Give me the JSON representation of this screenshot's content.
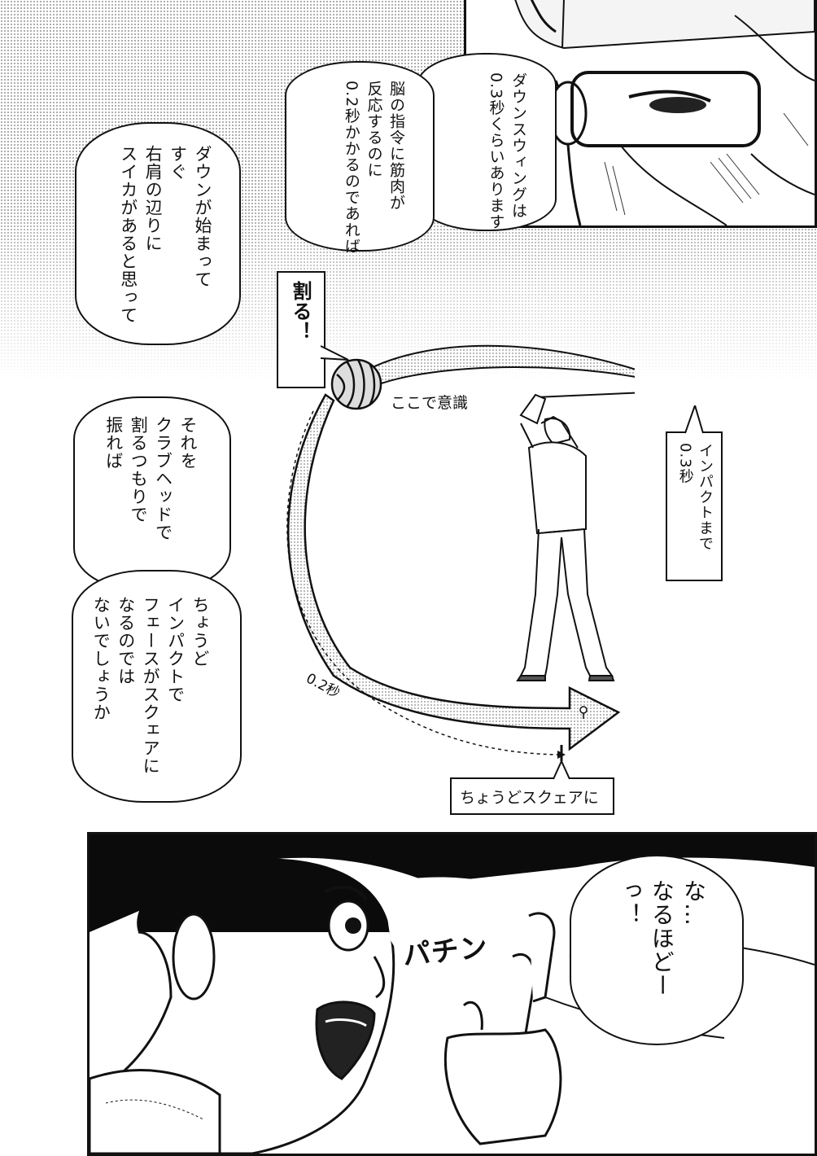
{
  "bubbles": {
    "downswing": "ダウンスウィングは\n0.3秒くらいあります",
    "brain": "脳の指令に筋肉が\n反応するのに\n0.2秒かかるのであれば",
    "watermelon": "ダウンが始まって\nすぐ\n右肩の辺りに\nスイカがあると思って",
    "club": "それを\nクラブヘッドで\n割るつもりで\n振れば",
    "square": "ちょうど\nインパクトで\nフェースがスクェアに\nなるのでは\nないでしょうか",
    "naruhodo": "な…\nなるほどー\nっ！"
  },
  "diagram": {
    "break_label": "割る！",
    "awareness_label": "ここで意識",
    "impact_label": "インパクトまで\n0.3秒",
    "time_label": "0.2秒",
    "square_label": "ちょうどスクェアに"
  },
  "sfx": {
    "snap": "パチン"
  }
}
